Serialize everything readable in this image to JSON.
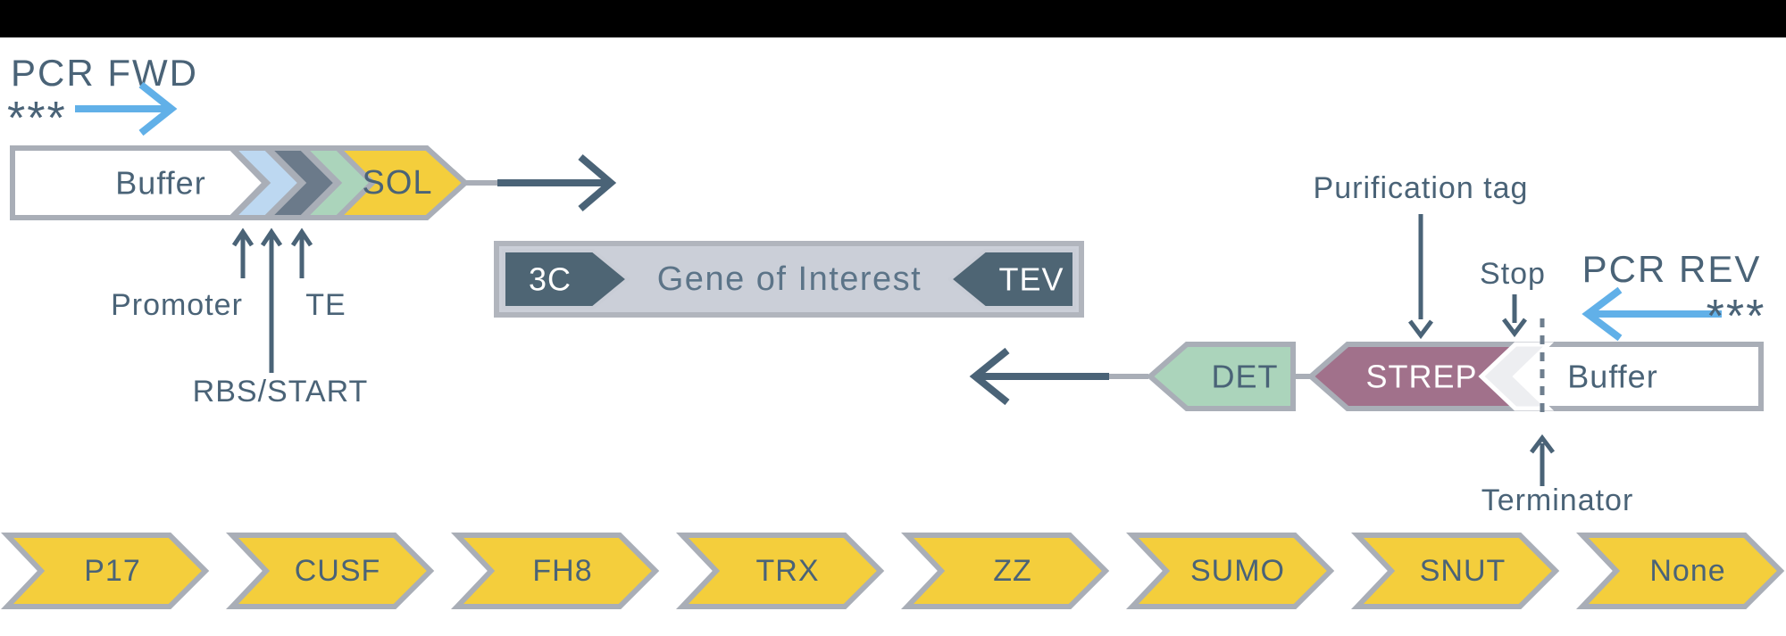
{
  "title": "Expression construct assembly diagram",
  "colors": {
    "top_bar": "#000000",
    "slate": "#4A6377",
    "dark_pentagon": "#4E6574",
    "silver_border": "#A9AEB7",
    "gene_box_fill": "#CBCFD8",
    "gene_text": "#5C7488",
    "yellow": "#F4CE3C",
    "light_blue_chevron": "#BDD8F1",
    "slate_chevron": "#6B7A8A",
    "green": "#ABD4BB",
    "mauve": "#A1718B",
    "sky_blue": "#61B0E8",
    "stop_chevron_fill": "#EDEEF1",
    "dashed_line": "#6E7E8E",
    "white": "#FFFFFF"
  },
  "pcr_fwd": {
    "label": "PCR FWD",
    "stars": "***"
  },
  "pcr_rev": {
    "label": "PCR REV",
    "stars": "***"
  },
  "forward_cassette": {
    "buffer_label": "Buffer",
    "sol_label": "SOL",
    "annotations": {
      "promoter": "Promoter",
      "te": "TE",
      "rbs_start": "RBS/START"
    }
  },
  "gene_box": {
    "left_site": "3C",
    "gene_label": "Gene of Interest",
    "right_site": "TEV"
  },
  "reverse_cassette": {
    "det_label": "DET",
    "strep_label": "STREP",
    "buffer_label": "Buffer",
    "annotations": {
      "purification_tag": "Purification tag",
      "stop": "Stop",
      "terminator": "Terminator"
    }
  },
  "sol_options": [
    "P17",
    "CUSF",
    "FH8",
    "TRX",
    "ZZ",
    "SUMO",
    "SNUT",
    "None"
  ]
}
